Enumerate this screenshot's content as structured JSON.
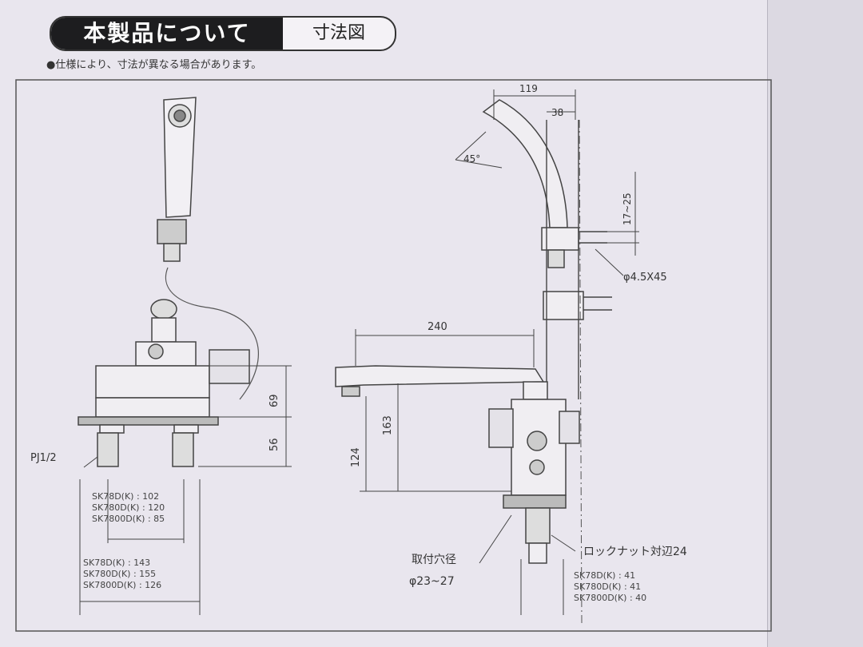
{
  "header": {
    "title": "本製品について",
    "subtitle": "寸法図",
    "note": "●仕様により、寸法が異なる場合があります。"
  },
  "left_view": {
    "thread_label": "PJ1/2",
    "dim_69": "69",
    "dim_56": "56",
    "inner_specs": [
      "SK78D(K) : 102",
      "SK780D(K) : 120",
      "SK7800D(K) : 85"
    ],
    "outer_specs": [
      "SK78D(K) : 143",
      "SK780D(K) : 155",
      "SK7800D(K) : 126"
    ]
  },
  "right_view": {
    "dim_119": "119",
    "dim_38": "38",
    "angle": "45°",
    "dim_17_25": "17~25",
    "screw": "φ4.5X45",
    "dim_240": "240",
    "dim_124": "124",
    "dim_163": "163",
    "hole_label": "取付穴径",
    "hole_size": "φ23~27",
    "locknut": "ロックナット対辺24",
    "bottom_specs": [
      "SK78D(K) : 41",
      "SK780D(K) : 41",
      "SK7800D(K) : 40"
    ]
  }
}
